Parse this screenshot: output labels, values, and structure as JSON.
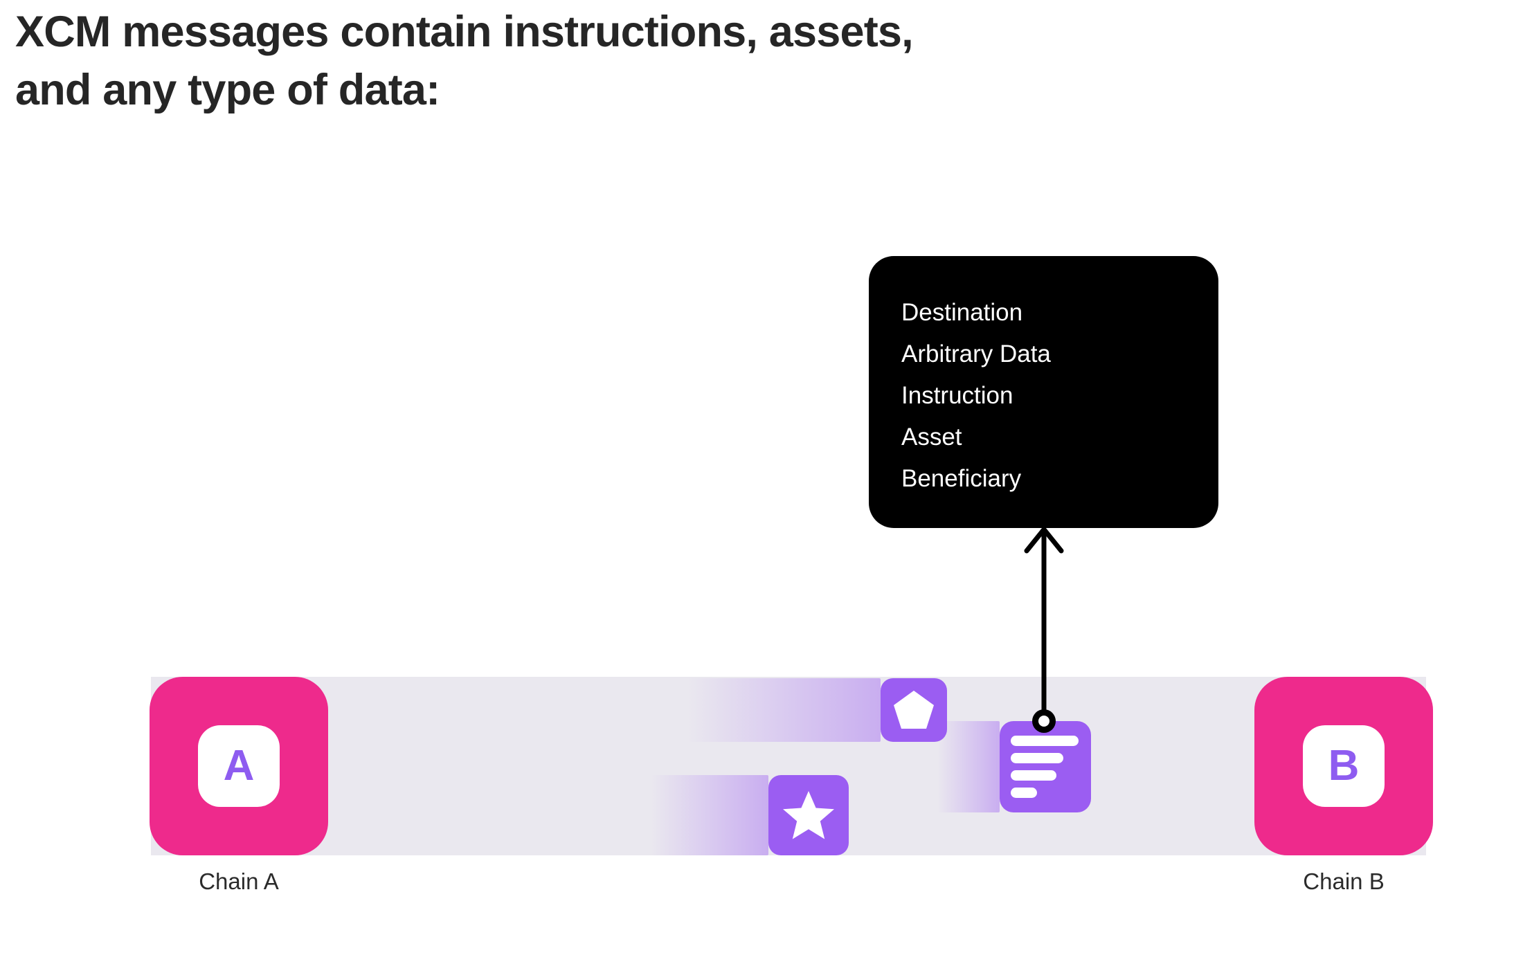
{
  "headline": "XCM messages contain instructions, assets, and any type of data:",
  "diagram": {
    "chains": [
      {
        "id": "chain-a",
        "letter": "A",
        "label": "Chain A"
      },
      {
        "id": "chain-b",
        "letter": "B",
        "label": "Chain B"
      }
    ],
    "packets": [
      {
        "id": "packet-pentagon",
        "icon": "pentagon-icon",
        "meaning": "asset-packet"
      },
      {
        "id": "packet-star",
        "icon": "star-icon",
        "meaning": "instruction-packet"
      },
      {
        "id": "packet-document",
        "icon": "document-lines-icon",
        "meaning": "xcm-message-packet"
      }
    ],
    "tooltip": {
      "items": [
        "Destination",
        "Arbitrary Data",
        "Instruction",
        "Asset",
        "Beneficiary"
      ]
    },
    "connector": {
      "marker": "ring-marker",
      "arrow": "arrow-up-icon"
    }
  },
  "colors": {
    "chain_pink": "#EE2A8C",
    "packet_purple": "#9B5DF2",
    "letter_purple": "#8E5CF0",
    "channel_gray": "#EAE8EF",
    "tooltip_black": "#000000",
    "text_dark": "#262626"
  }
}
